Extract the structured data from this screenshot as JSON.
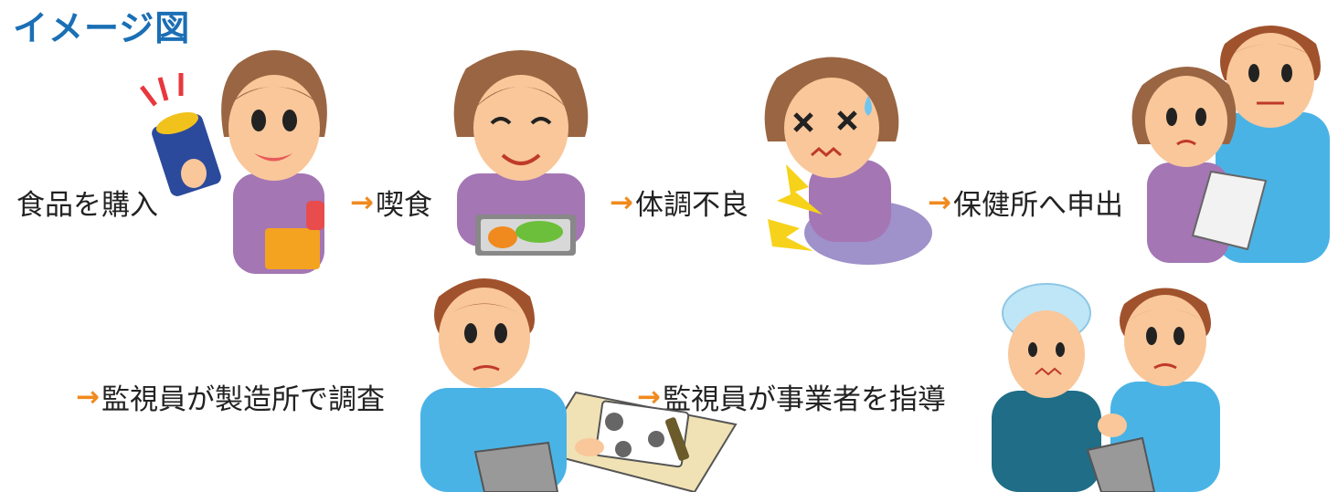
{
  "title": "イメージ図",
  "arrow_glyph": "→",
  "steps": [
    {
      "label": "食品を購入",
      "has_arrow": false
    },
    {
      "label": "喫食",
      "has_arrow": true
    },
    {
      "label": "体調不良",
      "has_arrow": true
    },
    {
      "label": "保健所へ申出",
      "has_arrow": true
    },
    {
      "label": "監視員が製造所で調査",
      "has_arrow": true
    },
    {
      "label": "監視員が事業者を指導",
      "has_arrow": true
    }
  ],
  "colors": {
    "title": "#1a6fb5",
    "arrow": "#f08a1e",
    "text": "#222222",
    "skin": "#f9c79a",
    "woman_hair": "#9a6542",
    "man_hair": "#a0522d",
    "woman_shirt": "#a476b4",
    "man_shirt": "#4ab3e6",
    "elder_shirt": "#1f6d86",
    "hairnet": "#bfe6f7"
  }
}
